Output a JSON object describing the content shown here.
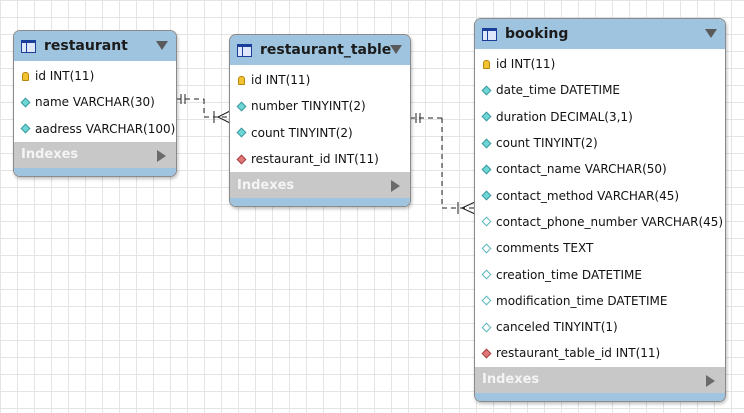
{
  "diagram": {
    "entities": [
      {
        "key": "restaurant",
        "title": "restaurant",
        "columns": [
          {
            "text": "id INT(11)",
            "icon": "primary-key-icon"
          },
          {
            "text": "name VARCHAR(30)",
            "icon": "not-null-column-icon"
          },
          {
            "text": "aadress VARCHAR(100)",
            "icon": "not-null-column-icon"
          }
        ],
        "indexes_label": "Indexes"
      },
      {
        "key": "restaurant_table",
        "title": "restaurant_table",
        "columns": [
          {
            "text": "id INT(11)",
            "icon": "primary-key-icon"
          },
          {
            "text": "number TINYINT(2)",
            "icon": "not-null-column-icon"
          },
          {
            "text": "count TINYINT(2)",
            "icon": "not-null-column-icon"
          },
          {
            "text": "restaurant_id INT(11)",
            "icon": "foreign-key-icon"
          }
        ],
        "indexes_label": "Indexes"
      },
      {
        "key": "booking",
        "title": "booking",
        "columns": [
          {
            "text": "id INT(11)",
            "icon": "primary-key-icon"
          },
          {
            "text": "date_time DATETIME",
            "icon": "not-null-column-icon"
          },
          {
            "text": "duration DECIMAL(3,1)",
            "icon": "not-null-column-icon"
          },
          {
            "text": "count TINYINT(2)",
            "icon": "not-null-column-icon"
          },
          {
            "text": "contact_name VARCHAR(50)",
            "icon": "not-null-column-icon"
          },
          {
            "text": "contact_method VARCHAR(45)",
            "icon": "not-null-column-icon"
          },
          {
            "text": "contact_phone_number VARCHAR(45)",
            "icon": "nullable-column-icon"
          },
          {
            "text": "comments TEXT",
            "icon": "nullable-column-icon"
          },
          {
            "text": "creation_time DATETIME",
            "icon": "nullable-column-icon"
          },
          {
            "text": "modification_time DATETIME",
            "icon": "nullable-column-icon"
          },
          {
            "text": "canceled TINYINT(1)",
            "icon": "nullable-column-icon"
          },
          {
            "text": "restaurant_table_id INT(11)",
            "icon": "foreign-key-icon"
          }
        ],
        "indexes_label": "Indexes"
      }
    ],
    "relationships": [
      {
        "from": "restaurant",
        "to": "restaurant_table",
        "from_end": "one-and-only-one",
        "to_end": "one-to-many"
      },
      {
        "from": "restaurant_table",
        "to": "booking",
        "from_end": "one-and-only-one",
        "to_end": "one-to-many"
      }
    ],
    "colors": {
      "header": "#9fc4df",
      "indexes_bar": "#c8c8c8",
      "connector": "#222222",
      "primary_key": "#f1c232",
      "foreign_key": "#e07a7a",
      "column": "#6fd6d6"
    }
  }
}
